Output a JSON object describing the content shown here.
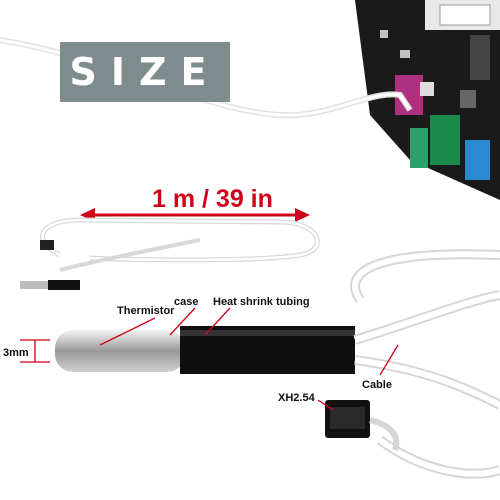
{
  "banner": {
    "text": "SIZE"
  },
  "dimension": {
    "length": "1 m / 39 in"
  },
  "labels": {
    "thermistor": "Thermistor",
    "case": "case",
    "heat_shrink": "Heat shrink tubing",
    "diameter": "3mm",
    "cable": "Cable",
    "connector": "XH2.54"
  },
  "colors": {
    "banner_bg": "#7f8c8d",
    "accent_red": "#d0021b",
    "board_black": "#1a1a1a"
  }
}
